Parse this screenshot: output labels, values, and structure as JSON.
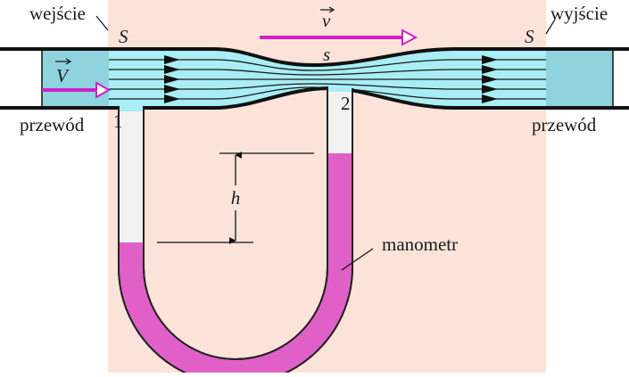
{
  "labels": {
    "inlet": "wejście",
    "outlet": "wyjście",
    "pipe_left": "przewód",
    "pipe_right": "przewód",
    "section_in": "S",
    "section_out": "S",
    "section_throat": "s",
    "velocity_pipe": "V",
    "velocity_throat": "v",
    "point1": "1",
    "point2": "2",
    "height": "h",
    "manometer": "manometr"
  },
  "colors": {
    "background_panel": "#fbe3da",
    "pipe": "#8ed3dd",
    "fluid": "#a8eef4",
    "streamline": "#1a1a1a",
    "manometer_liquid": "#e060c8",
    "tube_glass": "#f2f2f2",
    "arrow": "#d020c8"
  }
}
